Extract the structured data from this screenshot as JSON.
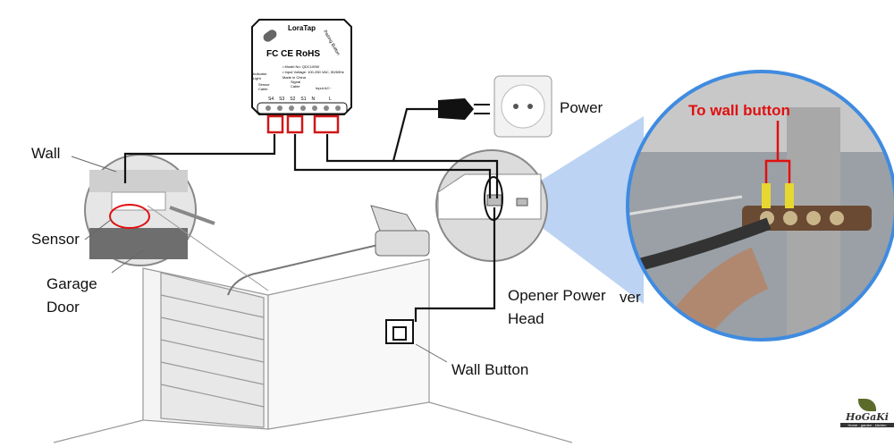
{
  "device": {
    "brand": "LoraTap",
    "pairing_button": "Pairing Button",
    "cert_marks": "FC CE RoHS",
    "model": "• Model No: QDC100W",
    "input_voltage": "• Input Voltage: 100-250 VAC, 50/60Hz",
    "made_in": "Made in China",
    "indicator_light": "Indicator Light",
    "sensor_cable": "Sensor Cable",
    "signal_cable": "Signal Cable",
    "input_ac": "Input AC~",
    "terminals": [
      "S4",
      "S3",
      "S2",
      "S1",
      "N",
      "L"
    ]
  },
  "labels": {
    "power": "Power",
    "wall": "Wall",
    "sensor": "Sensor",
    "garage_door_1": "Garage",
    "garage_door_2": "Door",
    "opener_1": "Opener Power",
    "opener_2": "Head",
    "partial": "ver",
    "wall_button": "Wall Button",
    "to_wall_button": "To wall button"
  },
  "logo": {
    "name": "HoGaKi",
    "tagline": "Home - garden - kitchen"
  },
  "colors": {
    "wire": "#111111",
    "terminal": "#d01818",
    "beam": "#9fc0ee",
    "annotation": "#e01010"
  }
}
